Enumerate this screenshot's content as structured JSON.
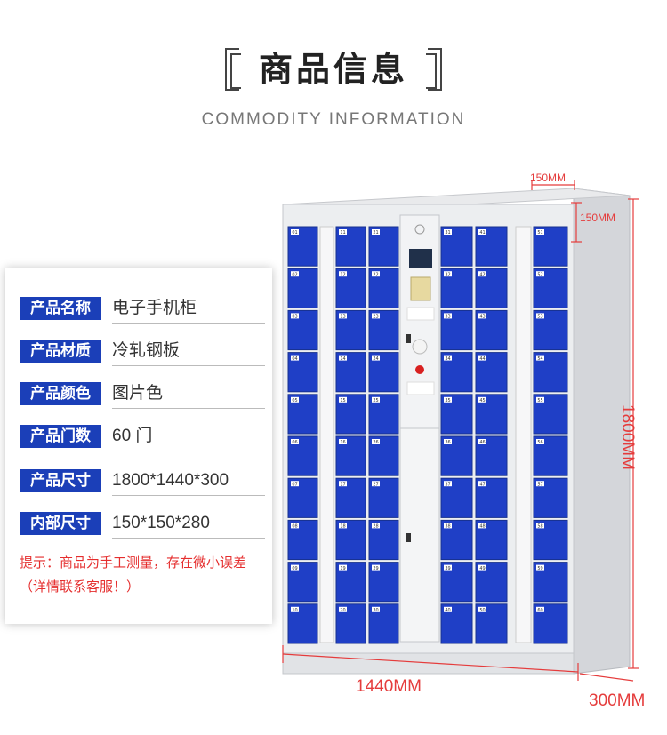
{
  "header": {
    "title": "商品信息",
    "subtitle": "COMMODITY INFORMATION"
  },
  "specs": [
    {
      "label": "产品名称",
      "value": "电子手机柜"
    },
    {
      "label": "产品材质",
      "value": "冷轧钢板"
    },
    {
      "label": "产品颜色",
      "value": "图片色"
    },
    {
      "label": "产品门数",
      "value": "60 门"
    },
    {
      "label": "产品尺寸",
      "value": "1800*1440*300"
    },
    {
      "label": "内部尺寸",
      "value": "150*150*280"
    }
  ],
  "note": "提示：商品为手工测量，存在微小误差（详情联系客服！）",
  "dimensions": {
    "width": "1440MM",
    "height": "1800MM",
    "depth": "300MM",
    "door_w": "150MM",
    "door_h": "150MM"
  },
  "colors": {
    "door_blue": "#1f3fc6",
    "spec_label_bg": "#1b3fb8",
    "dimension_red": "#e53c3c"
  },
  "locker_numbers": {
    "col1": [
      "01",
      "02",
      "03",
      "04",
      "05",
      "06",
      "07",
      "08",
      "09",
      "10"
    ],
    "col2": [
      "11",
      "12",
      "13",
      "14",
      "15",
      "16",
      "17",
      "18",
      "19",
      "20"
    ],
    "col3": [
      "21",
      "22",
      "23",
      "24",
      "25",
      "26",
      "27",
      "28",
      "29",
      "30"
    ],
    "col4": [
      "31",
      "32",
      "33",
      "34",
      "35",
      "36",
      "37",
      "38",
      "39",
      "40"
    ],
    "col5": [
      "41",
      "42",
      "43",
      "44",
      "45",
      "46",
      "47",
      "48",
      "49",
      "50"
    ],
    "col6": [
      "51",
      "52",
      "53",
      "54",
      "55",
      "56",
      "57",
      "58",
      "59",
      "60"
    ]
  }
}
